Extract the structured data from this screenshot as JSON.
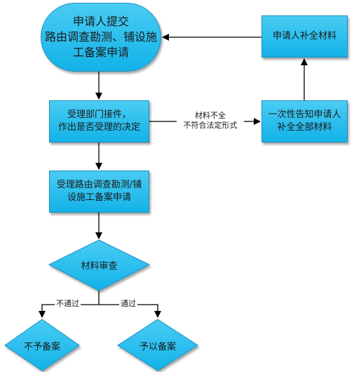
{
  "nodes": {
    "start": "申请人提交\n路由调查勘测、铺设施\n工备案申请",
    "accept": "受理部门接件，\n作出是否受理的决定",
    "review": "受理路由调查勘测/铺\n设施工备案申请",
    "notify": "一次性告知申请人\n补全全部材料",
    "supplement": "申请人补全材料",
    "check": "材料审查",
    "reject": "不予备案",
    "approve": "予以备案"
  },
  "edges": {
    "incomplete": "材料不全\n不符合法定形式",
    "fail": "不通过",
    "pass": "通过"
  },
  "colors": {
    "fill_top": "#49ccf3",
    "fill_bottom": "#13b2e8",
    "border": "#1a8fc0",
    "line": "#000000"
  }
}
